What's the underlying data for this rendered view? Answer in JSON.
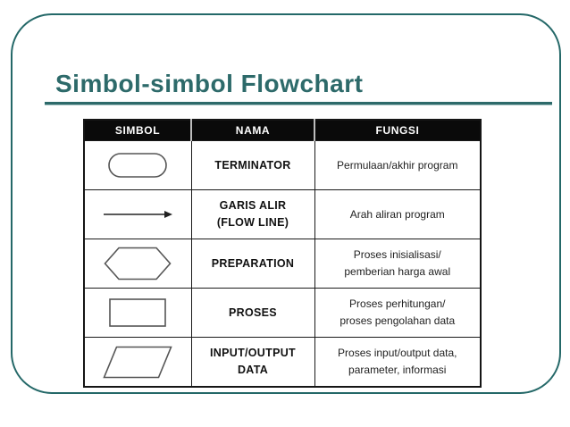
{
  "slide": {
    "title": "Simbol-simbol Flowchart",
    "accent_color": "#2d6a6a"
  },
  "table": {
    "headers": [
      "SIMBOL",
      "NAMA",
      "FUNGSI"
    ],
    "rows": [
      {
        "symbol_icon": "terminator-stadium-shape",
        "nama": "TERMINATOR",
        "fungsi": "Permulaan/akhir program"
      },
      {
        "symbol_icon": "flow-line-arrow",
        "nama": "GARIS ALIR\n(FLOW LINE)",
        "fungsi": "Arah aliran program"
      },
      {
        "symbol_icon": "preparation-hexagon-shape",
        "nama": "PREPARATION",
        "fungsi": "Proses inisialisasi/\npemberian harga awal"
      },
      {
        "symbol_icon": "process-rectangle-shape",
        "nama": "PROSES",
        "fungsi": "Proses perhitungan/\nproses pengolahan data"
      },
      {
        "symbol_icon": "input-output-parallelogram-shape",
        "nama": "INPUT/OUTPUT DATA",
        "fungsi": "Proses input/output data,\nparameter, informasi"
      }
    ]
  }
}
